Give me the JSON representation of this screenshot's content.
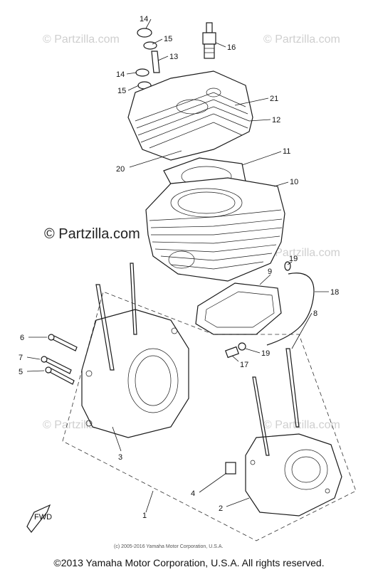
{
  "watermark": {
    "main": "© Partzilla.com",
    "faint": "© Partzilla.com"
  },
  "callouts": {
    "c1": "1",
    "c2": "2",
    "c3": "3",
    "c4": "4",
    "c5": "5",
    "c6": "6",
    "c7": "7",
    "c8": "8",
    "c9": "9",
    "c10": "10",
    "c11": "11",
    "c12": "12",
    "c13": "13",
    "c14a": "14",
    "c14b": "14",
    "c15a": "15",
    "c15b": "15",
    "c16": "16",
    "c17": "17",
    "c18": "18",
    "c19a": "19",
    "c19b": "19",
    "c20": "20",
    "c21": "21"
  },
  "fwd_label": "FWD",
  "image_copyright": "(c) 2005-2016 Yamaha Motor Corporation, U.S.A.",
  "footer": "©2013 Yamaha Motor Corporation, U.S.A. All rights reserved."
}
